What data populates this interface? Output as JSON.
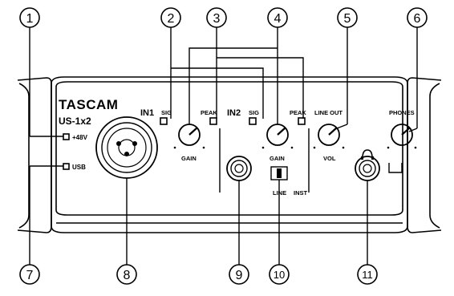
{
  "device": {
    "brand": "TASCAM",
    "model": "US-1x2"
  },
  "panel_labels": {
    "in1": "IN1",
    "in2": "IN2",
    "sig1": "SIG",
    "peak1": "PEAK",
    "sig2": "SIG",
    "peak2": "PEAK",
    "gain1": "GAIN",
    "gain2": "GAIN",
    "line_out": "LINE OUT",
    "vol": "VOL",
    "phones": "PHONES",
    "phantom": "+48V",
    "usb": "USB",
    "switch_line": "LINE",
    "switch_inst": "INST",
    "headphone_symbol": "∩"
  },
  "callouts": {
    "c1": "1",
    "c2": "2",
    "c3": "3",
    "c4": "4",
    "c5": "5",
    "c6": "6",
    "c7": "7",
    "c8": "8",
    "c9": "9",
    "c10": "10",
    "c11": "11"
  },
  "colors": {
    "ink": "#000000",
    "panel": "#ffffff"
  }
}
